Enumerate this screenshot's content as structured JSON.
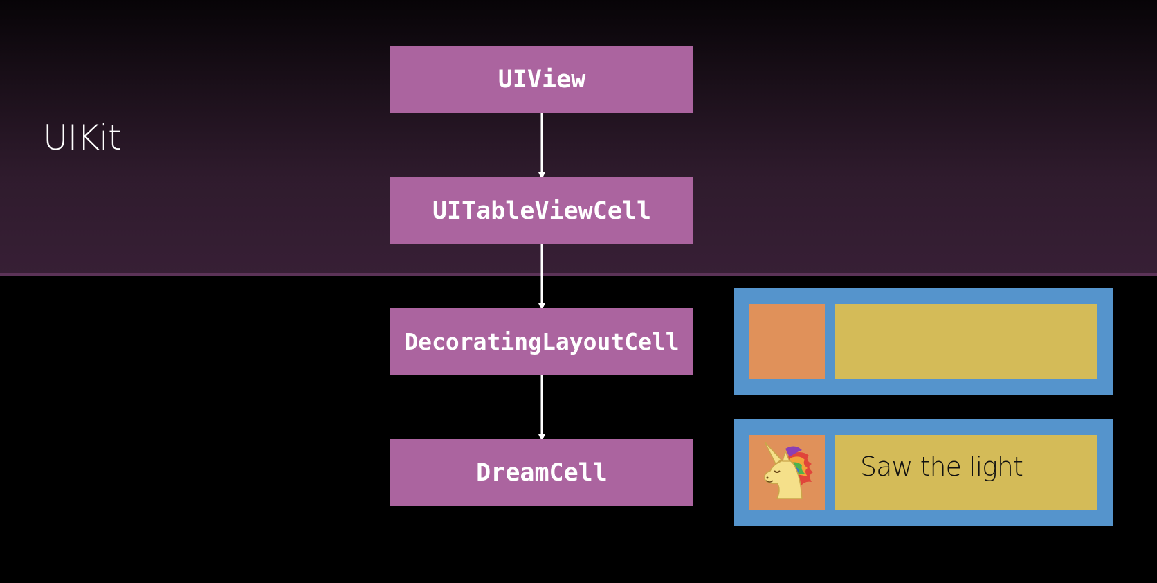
{
  "band": {
    "label": "UIKit",
    "background_color": "#2f1b2d",
    "divider_color": "#5c3358"
  },
  "hierarchy": {
    "box_color": "#ab649f",
    "classes": [
      "UIView",
      "UITableViewCell",
      "DecoratingLayoutCell",
      "DreamCell"
    ]
  },
  "cell_preview": {
    "frame_color": "#5594cc",
    "image_color": "#e0915a",
    "text_area_color": "#d4bb58",
    "populated": {
      "icon": "unicorn-icon",
      "text": "Saw the light"
    }
  }
}
